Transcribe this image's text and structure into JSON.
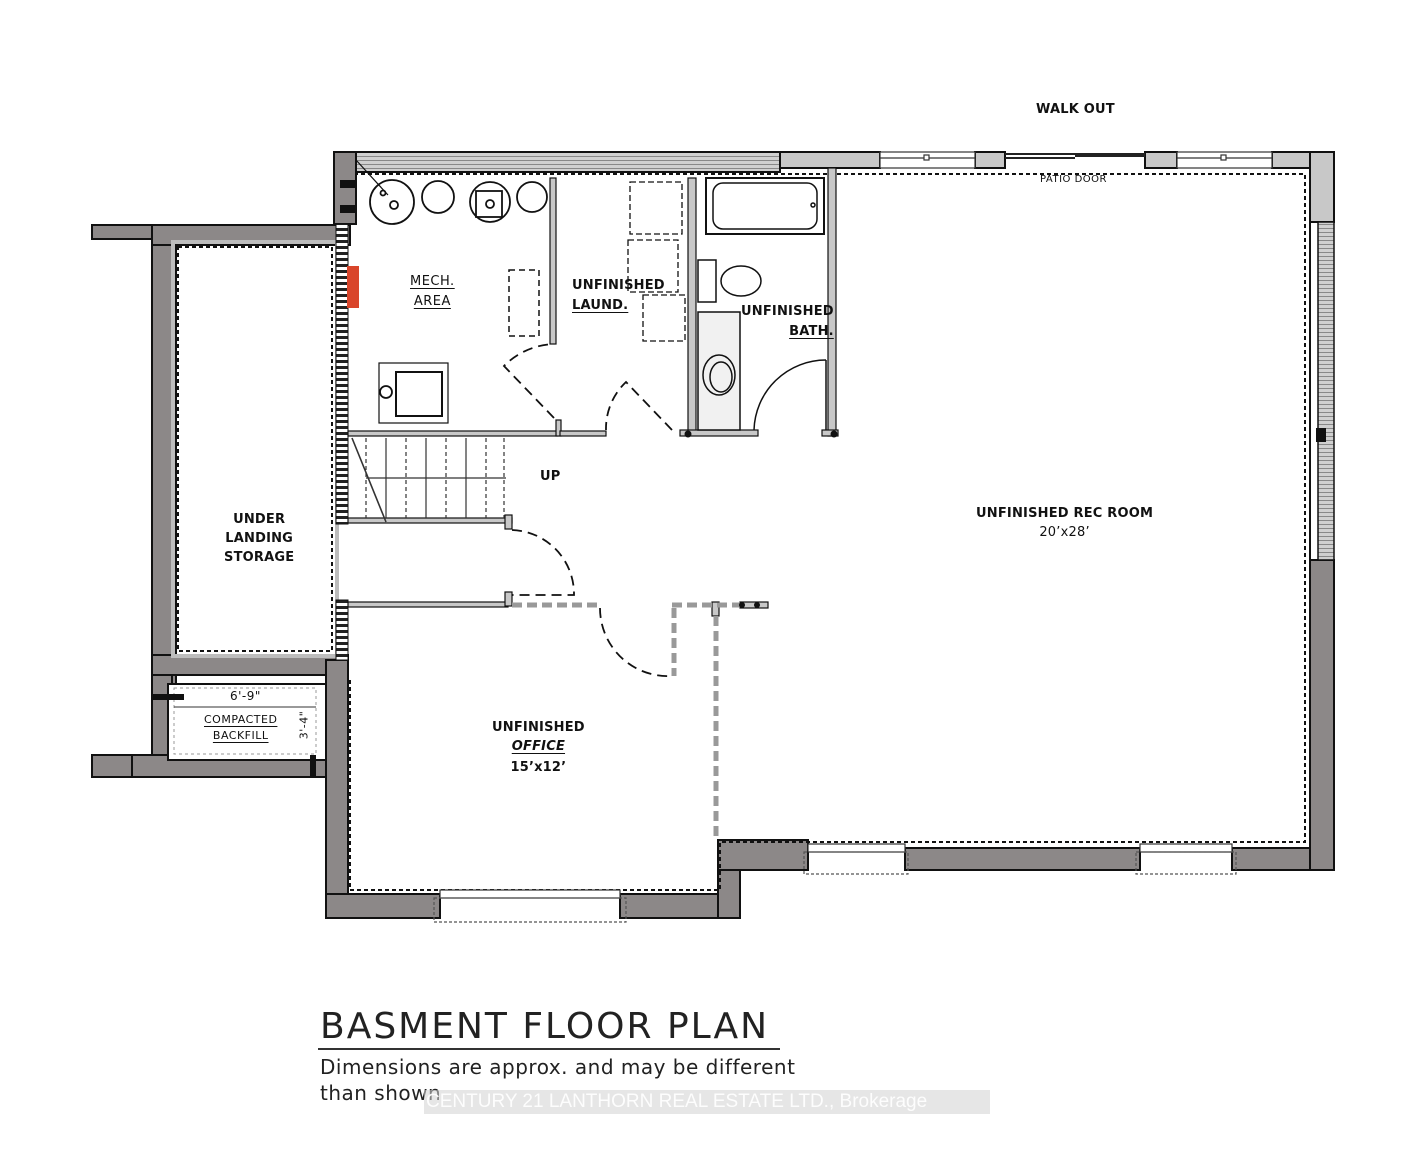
{
  "header": {
    "walk_out_label": "WALK OUT",
    "patio_door_label": "PATIO DOOR"
  },
  "rooms": {
    "mech": {
      "line1": "MECH.",
      "line2": "AREA"
    },
    "laundry": {
      "line1": "UNFINISHED",
      "line2": "LAUND."
    },
    "bath": {
      "line1": "UNFINISHED",
      "line2": "BATH."
    },
    "stairs": {
      "label": "UP"
    },
    "storage": {
      "line1": "UNDER",
      "line2": "LANDING",
      "line3": "STORAGE"
    },
    "rec_room": {
      "name": "UNFINISHED REC ROOM",
      "size": "20’x28’"
    },
    "office": {
      "line1": "UNFINISHED",
      "line2": "OFFICE",
      "size": "15’x12’"
    },
    "backfill": {
      "line1": "COMPACTED",
      "line2": "BACKFILL",
      "width_dim": "6'-9\"",
      "depth_dim": "3'-4\""
    }
  },
  "footer": {
    "title": "BASMENT FLOOR PLAN",
    "disclaimer_line1": "Dimensions are approx. and may be different",
    "disclaimer_line2": "than shown",
    "watermark": "CENTURY 21 LANTHORN REAL ESTATE LTD., Brokerage"
  },
  "colors": {
    "foundation_wall": "#8c8888",
    "interior_wall": "#c8c8c8",
    "line": "#111111",
    "electrical_panel": "#d9452b",
    "background": "#ffffff"
  }
}
